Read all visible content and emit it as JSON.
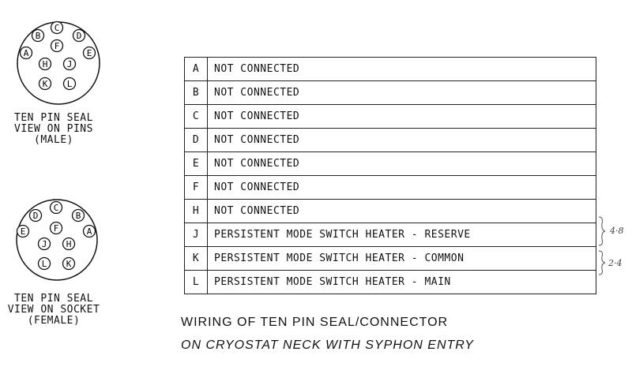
{
  "male": {
    "pins": [
      {
        "id": "A"
      },
      {
        "id": "B"
      },
      {
        "id": "C"
      },
      {
        "id": "D"
      },
      {
        "id": "E"
      },
      {
        "id": "F"
      },
      {
        "id": "H"
      },
      {
        "id": "J"
      },
      {
        "id": "K"
      },
      {
        "id": "L"
      }
    ],
    "label": [
      "TEN PIN SEAL",
      "VIEW ON PINS",
      "(MALE)"
    ]
  },
  "female": {
    "pins": [
      {
        "id": "A"
      },
      {
        "id": "B"
      },
      {
        "id": "C"
      },
      {
        "id": "D"
      },
      {
        "id": "E"
      },
      {
        "id": "F"
      },
      {
        "id": "H"
      },
      {
        "id": "J"
      },
      {
        "id": "K"
      },
      {
        "id": "L"
      }
    ],
    "label": [
      "TEN PIN SEAL",
      "VIEW ON SOCKET",
      "(FEMALE)"
    ]
  },
  "table": [
    {
      "pin": "A",
      "desc": "NOT CONNECTED"
    },
    {
      "pin": "B",
      "desc": "NOT CONNECTED"
    },
    {
      "pin": "C",
      "desc": "NOT CONNECTED"
    },
    {
      "pin": "D",
      "desc": "NOT CONNECTED"
    },
    {
      "pin": "E",
      "desc": "NOT CONNECTED"
    },
    {
      "pin": "F",
      "desc": "NOT CONNECTED"
    },
    {
      "pin": "H",
      "desc": "NOT CONNECTED"
    },
    {
      "pin": "J",
      "desc": "PERSISTENT MODE SWITCH HEATER - RESERVE"
    },
    {
      "pin": "K",
      "desc": "PERSISTENT MODE SWITCH HEATER - COMMON"
    },
    {
      "pin": "L",
      "desc": "PERSISTENT MODE SWITCH HEATER - MAIN"
    }
  ],
  "caption": [
    "WIRING OF TEN PIN SEAL/CONNECTOR",
    "ON CRYOSTAT NECK WITH SYPHON ENTRY"
  ],
  "annotations": [
    "4·8",
    "2·4"
  ]
}
